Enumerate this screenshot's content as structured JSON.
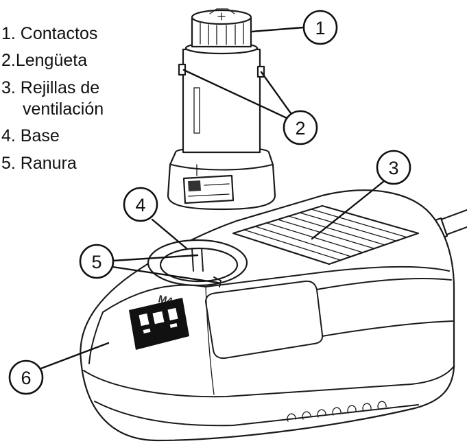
{
  "diagram": {
    "legend": [
      "1. Contactos",
      "2.Lengüeta",
      "3. Rejillas de",
      "ventilación",
      "4. Base",
      "5. Ranura"
    ],
    "callouts": [
      "1",
      "2",
      "3",
      "4",
      "5",
      "6"
    ],
    "charger": {
      "model_label": "M4"
    }
  },
  "colors": {
    "line": "#1a1a1a",
    "background": "#ffffff",
    "label_fill": "#111111"
  }
}
